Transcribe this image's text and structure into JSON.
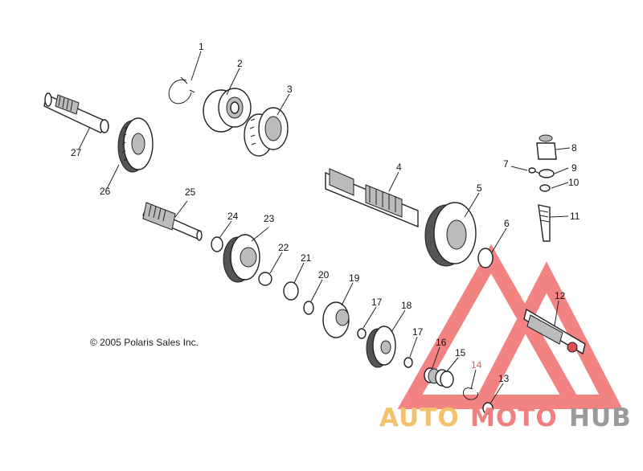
{
  "diagram": {
    "copyright": "© 2005 Polaris Sales Inc.",
    "callouts": [
      {
        "number": "1"
      },
      {
        "number": "2"
      },
      {
        "number": "3"
      },
      {
        "number": "4"
      },
      {
        "number": "5"
      },
      {
        "number": "6"
      },
      {
        "number": "7"
      },
      {
        "number": "8"
      },
      {
        "number": "9"
      },
      {
        "number": "10"
      },
      {
        "number": "11"
      },
      {
        "number": "12"
      },
      {
        "number": "13"
      },
      {
        "number": "14"
      },
      {
        "number": "15"
      },
      {
        "number": "16"
      },
      {
        "number": "17"
      },
      {
        "number": "17"
      },
      {
        "number": "18"
      },
      {
        "number": "19"
      },
      {
        "number": "20"
      },
      {
        "number": "21"
      },
      {
        "number": "22"
      },
      {
        "number": "23"
      },
      {
        "number": "24"
      },
      {
        "number": "25"
      },
      {
        "number": "26"
      },
      {
        "number": "27"
      }
    ]
  },
  "watermark": {
    "part_auto": "AUTO",
    "part_moto": "MOTO",
    "part_hub": "HUB",
    "color_auto": "#f5c26b",
    "color_moto": "#f08080",
    "color_hub": "#9a9a9a",
    "triangle_color": "#f05a5a"
  }
}
